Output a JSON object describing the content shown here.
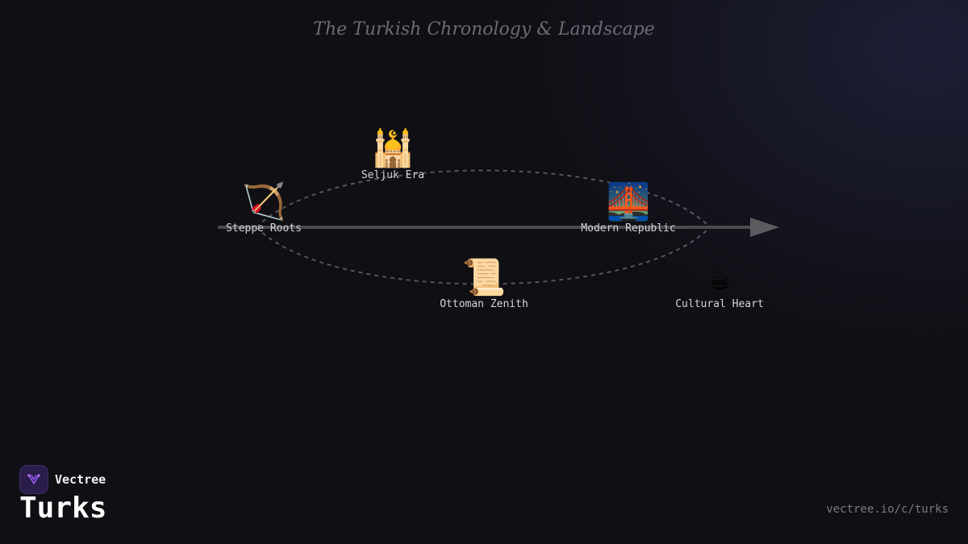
{
  "title": "The Turkish Chronology & Landscape",
  "nodes": [
    {
      "id": "steppe",
      "label": "Steppe Roots",
      "icon": "bow-and-arrow-icon",
      "glyph": "🏹"
    },
    {
      "id": "seljuk",
      "label": "Seljuk Era",
      "icon": "mosque-icon",
      "glyph": "🕌"
    },
    {
      "id": "ottoman",
      "label": "Ottoman Zenith",
      "icon": "scroll-icon",
      "glyph": "📜"
    },
    {
      "id": "modern",
      "label": "Modern Republic",
      "icon": "bridge-at-night-icon",
      "glyph": "🌉"
    },
    {
      "id": "culture",
      "label": "Cultural Heart",
      "icon": "hot-beverage-icon",
      "glyph": "☕"
    }
  ],
  "brand": {
    "name": "Vectree",
    "icon": "vectree-logo-icon",
    "accent": "#9b5cf6"
  },
  "page_name": "Turks",
  "url": "vectree.io/c/turks",
  "colors": {
    "background": "#0f0f14",
    "timeline": "#4a4a4f",
    "arrowhead": "#5a5a5f",
    "dashed": "#55555b"
  }
}
